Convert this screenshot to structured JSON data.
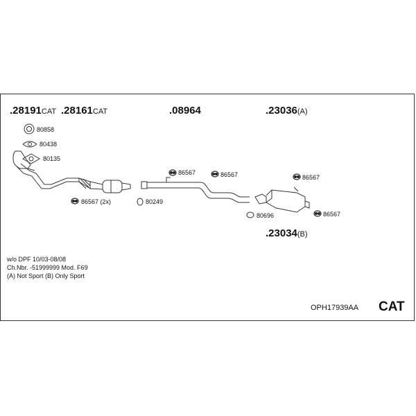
{
  "parts": {
    "p28191": {
      "number": ".28191",
      "suffix": "CAT"
    },
    "p28161": {
      "number": ".28161",
      "suffix": "CAT"
    },
    "p08964": {
      "number": ".08964",
      "suffix": ""
    },
    "p23036": {
      "number": ".23036",
      "suffix": "(A)"
    },
    "p23034": {
      "number": ".23034",
      "suffix": "(B)"
    }
  },
  "labels": {
    "l80858": "80858",
    "l80438": "80438",
    "l80135": "80135",
    "l86567_2x": "86567 (2x)",
    "l80249": "80249",
    "l86567_a": "86567",
    "l86567_b": "86567",
    "l86567_c": "86567",
    "l86567_d": "86567",
    "l80696": "80696"
  },
  "notes": [
    "w/o DPF   10/03-08/08",
    "Ch.Nbr.  -51999999   Mod. F69",
    "(A) Not Sport (B) Only Sport"
  ],
  "kit_code": "OPH17939AA",
  "category": "CAT"
}
